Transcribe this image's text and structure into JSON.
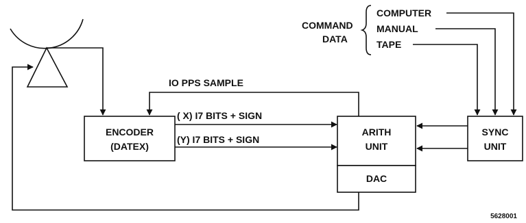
{
  "blocks": {
    "encoder": {
      "line1": "ENCODER",
      "line2": "(DATEX)"
    },
    "arith": {
      "line1": "ARITH",
      "line2": "UNIT"
    },
    "dac": {
      "label": "DAC"
    },
    "sync": {
      "line1": "SYNC",
      "line2": "UNIT"
    }
  },
  "signals": {
    "sample": "IO PPS SAMPLE",
    "x_bits": "( X) I7 BITS + SIGN",
    "y_bits": "(Y) I7 BITS + SIGN"
  },
  "command_data": {
    "heading_line1": "COMMAND",
    "heading_line2": "DATA",
    "sources": [
      "COMPUTER",
      "MANUAL",
      "TAPE"
    ]
  },
  "figure_id": "5628001"
}
